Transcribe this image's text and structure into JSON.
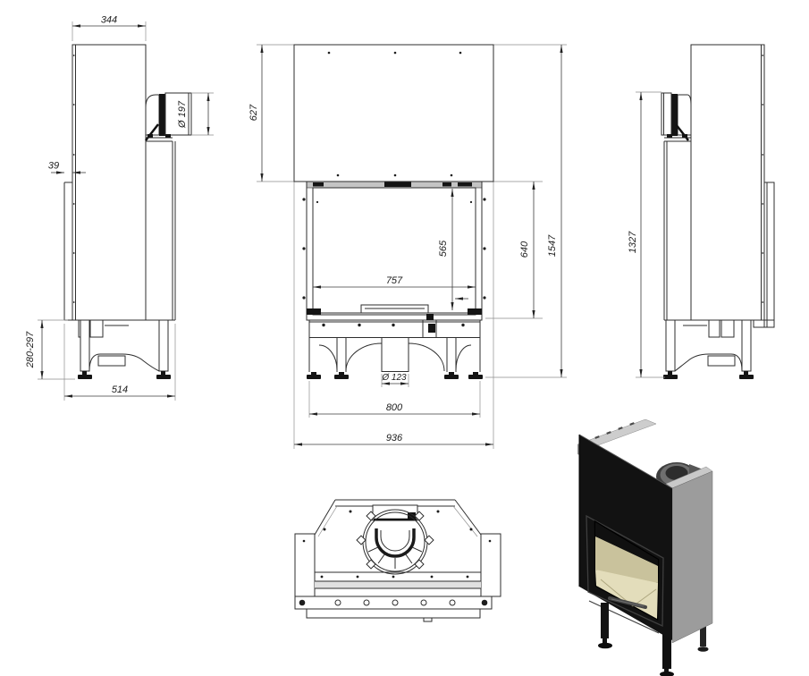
{
  "dimensions": {
    "side_left": {
      "top_depth": "344",
      "flue_diameter": "Ø 197",
      "door_offset": "39",
      "leg_height_range": "280-297",
      "base_depth": "514"
    },
    "front": {
      "hood_height": "627",
      "glass_height": "565",
      "glass_width": "757",
      "door_height": "640",
      "total_height": "1547",
      "air_inlet_diameter": "Ø 123",
      "leg_span": "800",
      "total_width": "936"
    },
    "side_right": {
      "flue_top_height": "1327"
    }
  },
  "colors": {
    "line": "#2e2e2e",
    "dim_line": "#3c3c3c",
    "body_black": "#121212",
    "side_grey": "#9c9c9c",
    "top_grey": "#c9c9c9",
    "firebox_beige": "#e3ddbb",
    "collar_grey": "#3f3f3f",
    "band_grey": "#e0e0e0",
    "background": "#ffffff"
  }
}
